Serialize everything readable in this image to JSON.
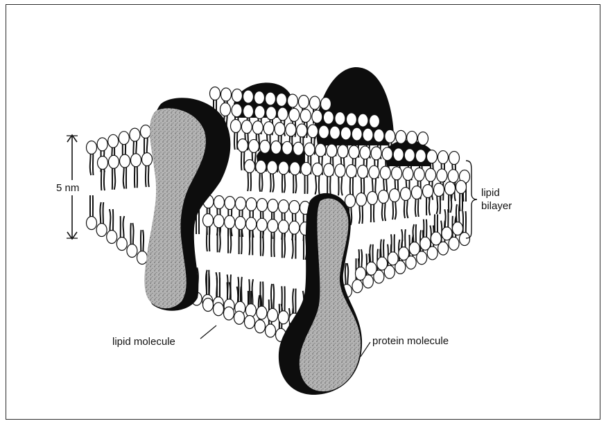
{
  "figure": {
    "scale_label": "5 nm",
    "bilayer_label_line1": "lipid",
    "bilayer_label_line2": "bilayer",
    "lipid_label": "lipid molecule",
    "protein_label": "protein molecule"
  },
  "colors": {
    "ink": "#111111",
    "lipid_head_fill": "#ffffff",
    "protein_dark": "#0d0d0d",
    "protein_stipple": "#a9a9a9"
  }
}
